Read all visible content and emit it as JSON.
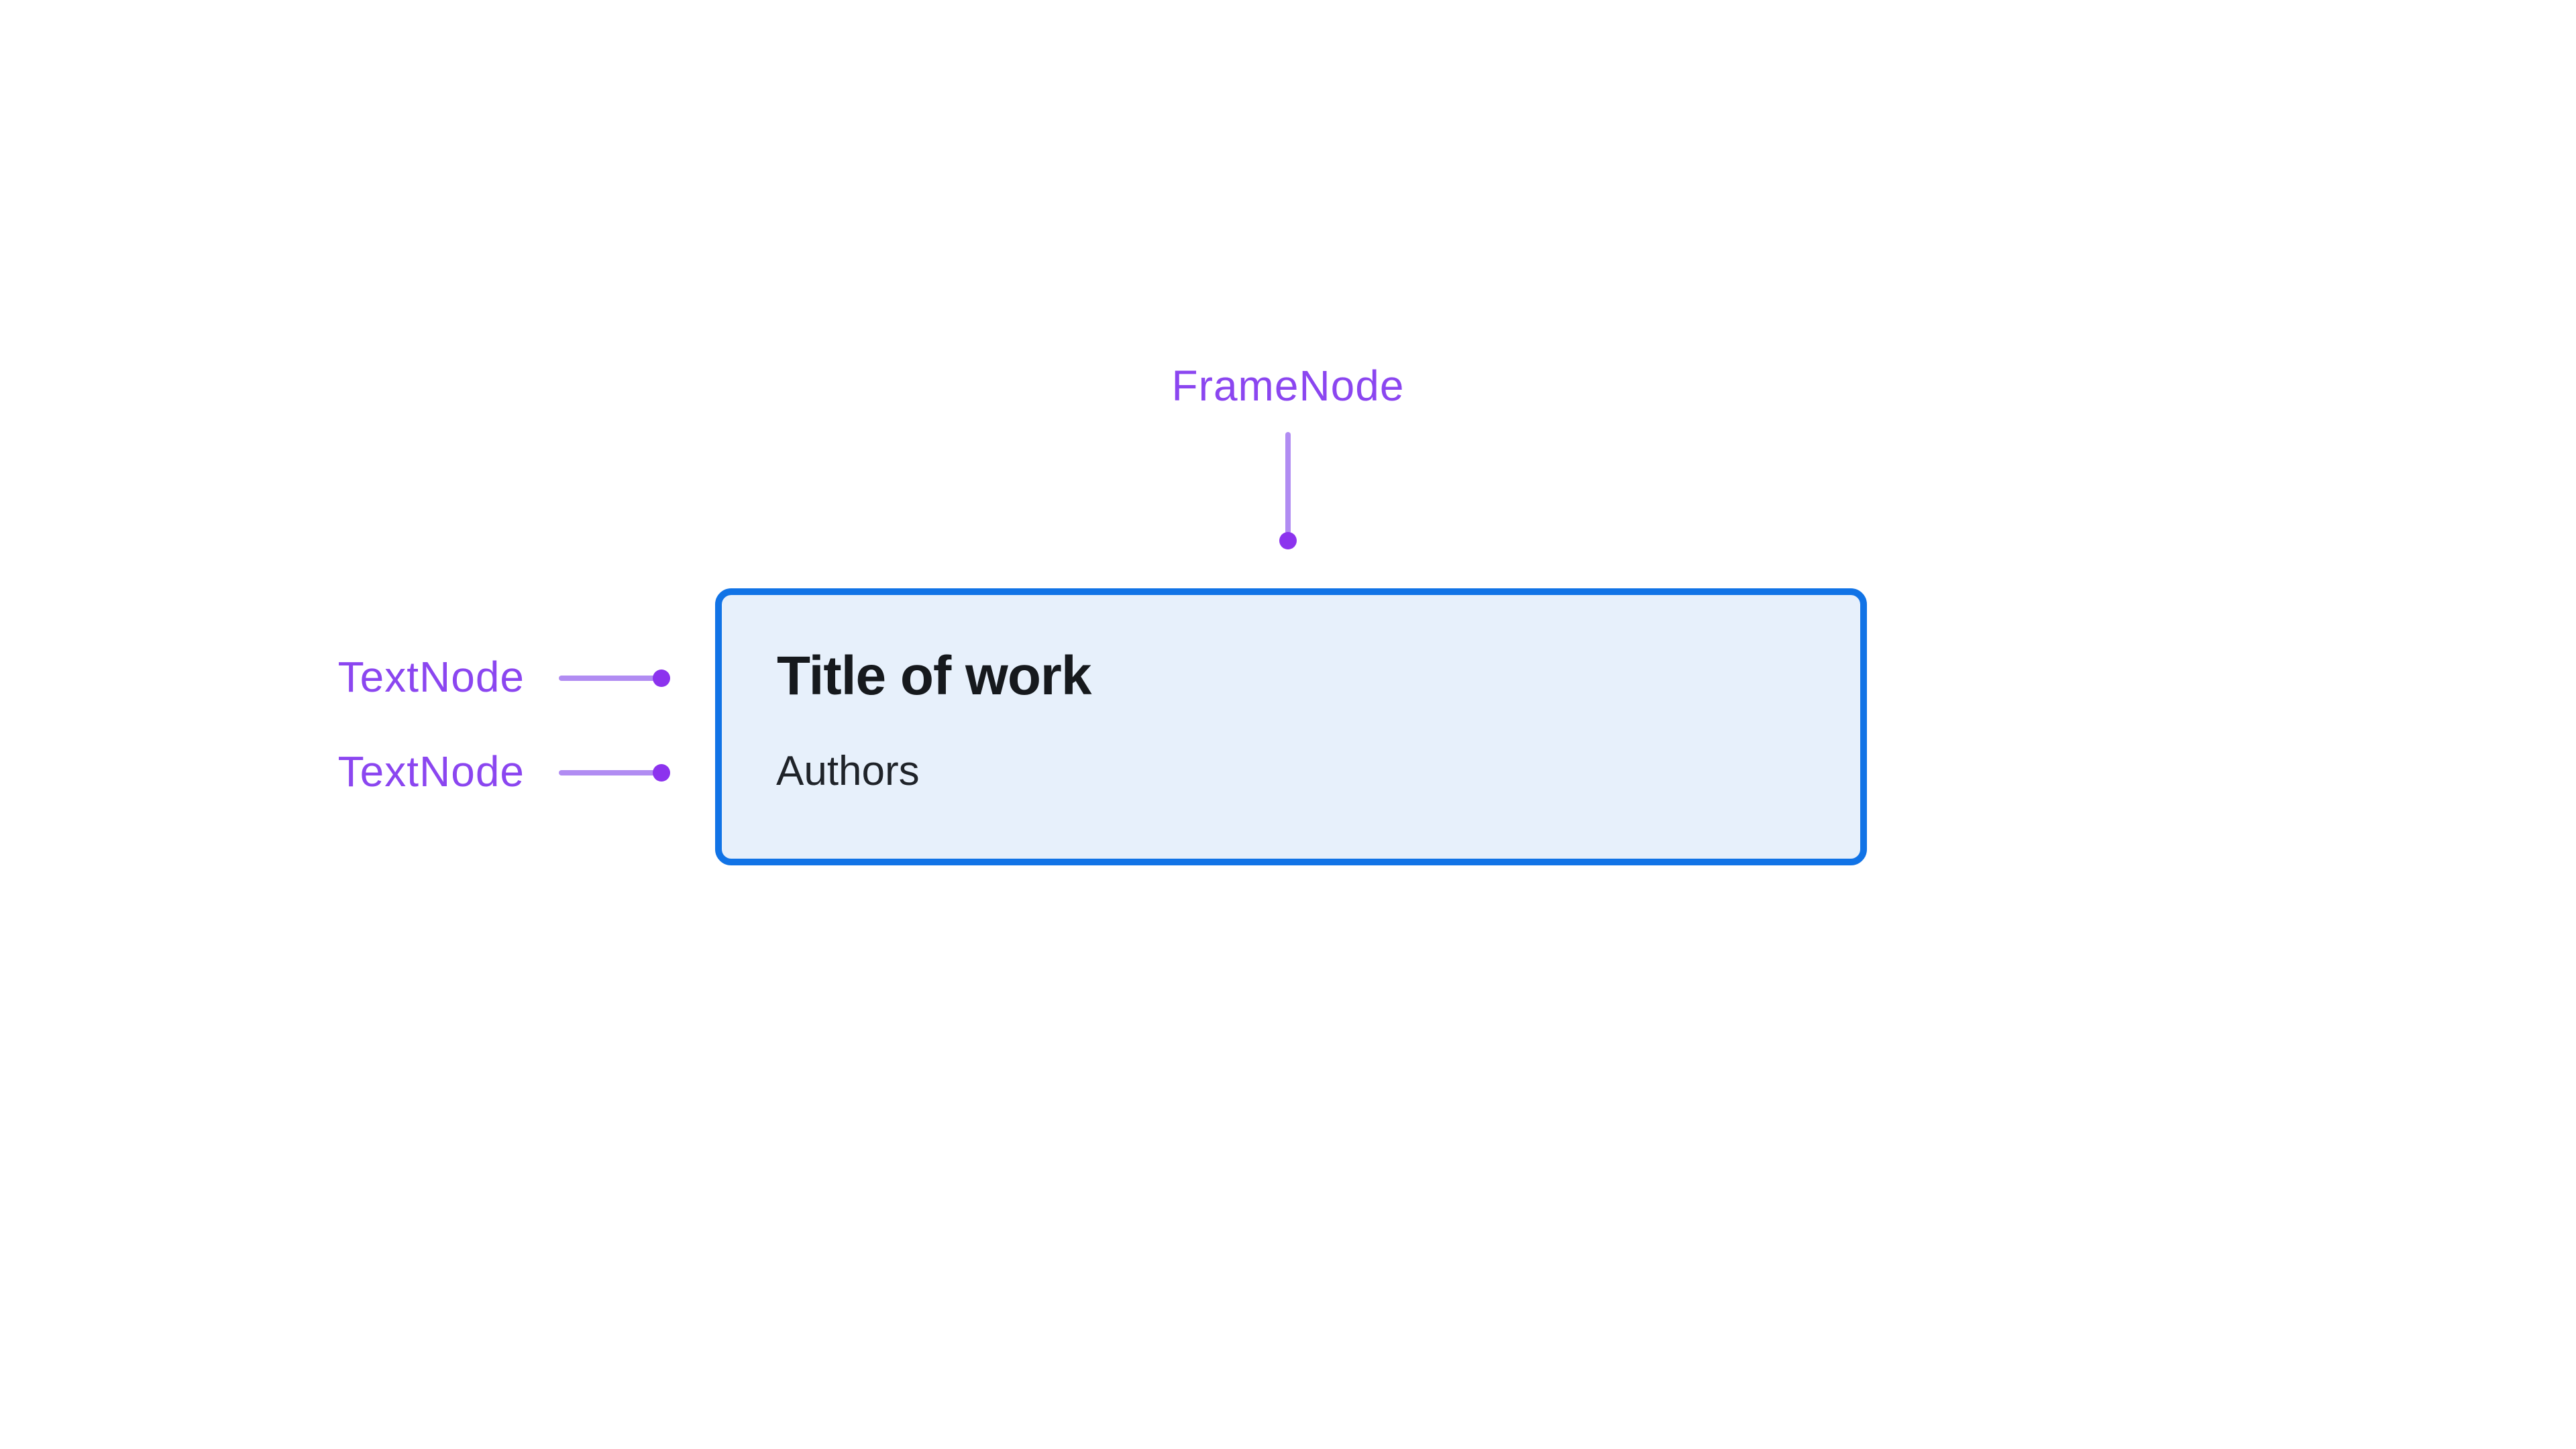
{
  "page": {
    "background": "#ffffff"
  },
  "annotations": {
    "frame_label": {
      "text": "FrameNode"
    },
    "text_labels": [
      {
        "text": "TextNode"
      },
      {
        "text": "TextNode"
      }
    ],
    "colors": {
      "label": "#8b46f0",
      "line": "#b18cf2",
      "dot": "#8c33ee"
    }
  },
  "card": {
    "title": "Title of work",
    "authors": "Authors",
    "colors": {
      "border": "#1173e6",
      "background": "#e7f0fb",
      "title": "#16191d",
      "authors": "#1f2329"
    }
  }
}
